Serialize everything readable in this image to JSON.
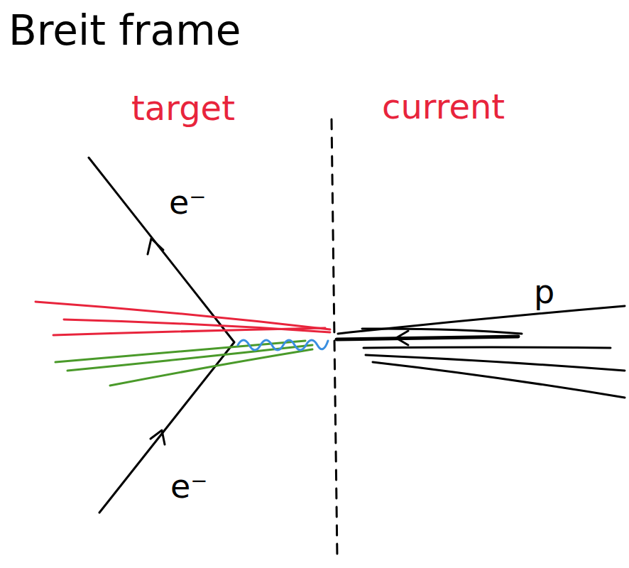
{
  "diagram": {
    "title": "Breit frame",
    "labels": [
      "target",
      "current",
      "e⁻",
      "e⁻",
      "p"
    ]
  }
}
